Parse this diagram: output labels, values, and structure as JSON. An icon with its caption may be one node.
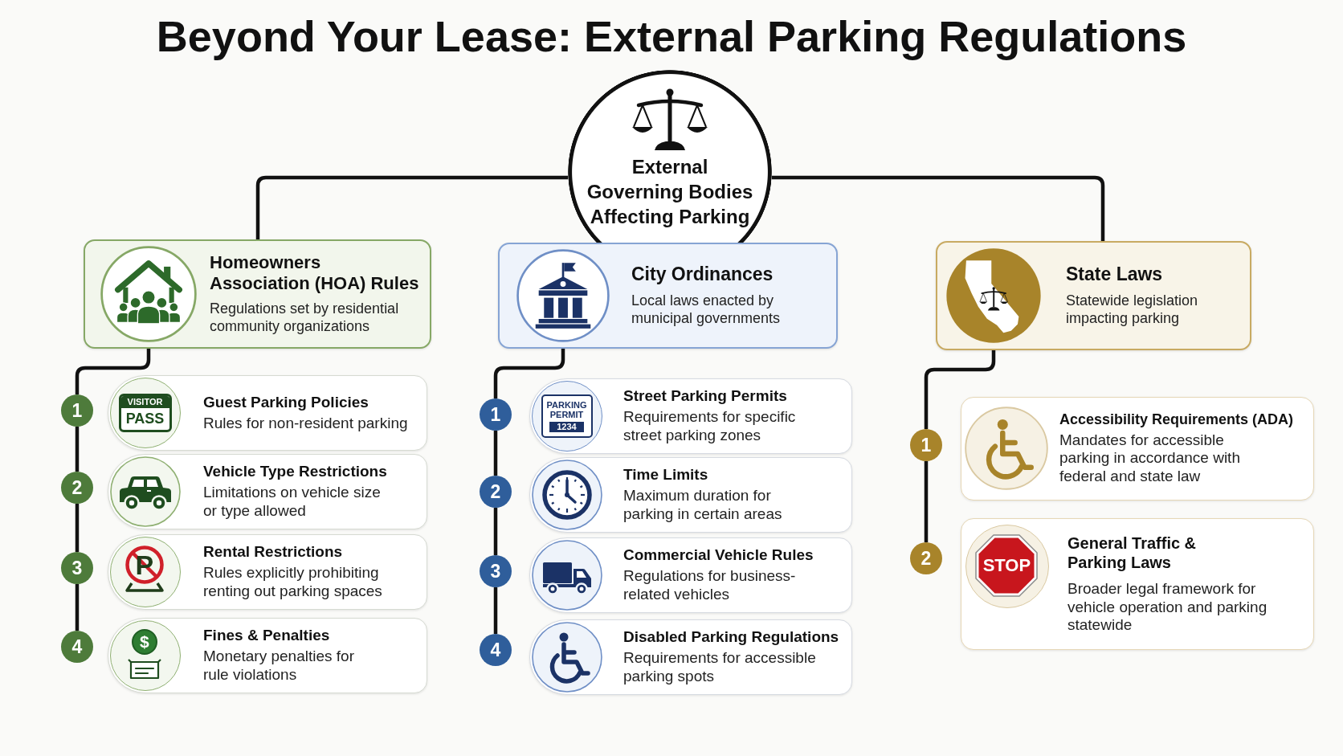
{
  "diagram": {
    "title": "Beyond Your Lease: External Parking Regulations",
    "nodes": [
      {
        "text": [
          "External Governing Bodies Affecting Parking"
        ]
      },
      {
        "text": [
          "Homeowners Association (HOA) Rules",
          "Regulations set by residential community organizations"
        ]
      },
      {
        "text": [
          "City Ordinances",
          "Local laws enacted by municipal governments"
        ]
      },
      {
        "text": [
          "State Laws",
          "Statewide legislation impacting parking"
        ]
      },
      {
        "text": [
          "1"
        ]
      },
      {
        "text": [
          "Guest Parking Policies",
          "Rules for non-resident parking"
        ]
      },
      {
        "text": [
          "2"
        ]
      },
      {
        "text": [
          "Vehicle Type Restrictions",
          "Limitations on vehicle size or type allowed"
        ]
      },
      {
        "text": [
          "3"
        ]
      },
      {
        "text": [
          "Rental Restrictions",
          "Rules explicitly prohibiting renting out parking spaces"
        ]
      },
      {
        "text": [
          "4"
        ]
      },
      {
        "text": [
          "Fines & Penalties",
          "Monetary penalties for rule violations"
        ]
      },
      {
        "text": [
          "1"
        ]
      },
      {
        "text": [
          "Street Parking Permits",
          "Requirements for specific street parking zones"
        ]
      },
      {
        "text": [
          "2"
        ]
      },
      {
        "text": [
          "Time Limits",
          "Maximum duration for parking in certain areas"
        ]
      },
      {
        "text": [
          "3"
        ]
      },
      {
        "text": [
          "Commercial Vehicle Rules",
          "Regulations for business-related vehicles"
        ]
      },
      {
        "text": [
          "4"
        ]
      },
      {
        "text": [
          "Disabled Parking Regulations",
          "Requirements for accessible parking spots"
        ]
      },
      {
        "text": [
          "1"
        ]
      },
      {
        "text": [
          "Accessibility Requirements (ADA)",
          "Mandates for accessible parking in accordance with federal and state law"
        ]
      },
      {
        "text": [
          "2"
        ]
      },
      {
        "text": [
          "General Traffic & Parking Laws",
          "Broader legal framework for vehicle operation and parking statewide"
        ]
      }
    ],
    "edges": [
      {
        "from": 0,
        "to": 1,
        "arrow": "none"
      },
      {
        "from": 0,
        "to": 3,
        "arrow": "none"
      },
      {
        "from": 1,
        "to": 4,
        "arrow": "none"
      },
      {
        "from": 4,
        "to": 6,
        "arrow": "none"
      },
      {
        "from": 6,
        "to": 8,
        "arrow": "none"
      },
      {
        "from": 8,
        "to": 10,
        "arrow": "none"
      },
      {
        "from": 2,
        "to": 12,
        "arrow": "none"
      },
      {
        "from": 12,
        "to": 14,
        "arrow": "none"
      },
      {
        "from": 14,
        "to": 16,
        "arrow": "none"
      },
      {
        "from": 16,
        "to": 18,
        "arrow": "none"
      },
      {
        "from": 3,
        "to": 20,
        "arrow": "none"
      },
      {
        "from": 20,
        "to": 22,
        "arrow": "none"
      }
    ],
    "labels": [
      "VISITOR",
      "PASS",
      "P",
      "$",
      "PARKING PERMIT",
      "1234",
      "STOP"
    ]
  }
}
